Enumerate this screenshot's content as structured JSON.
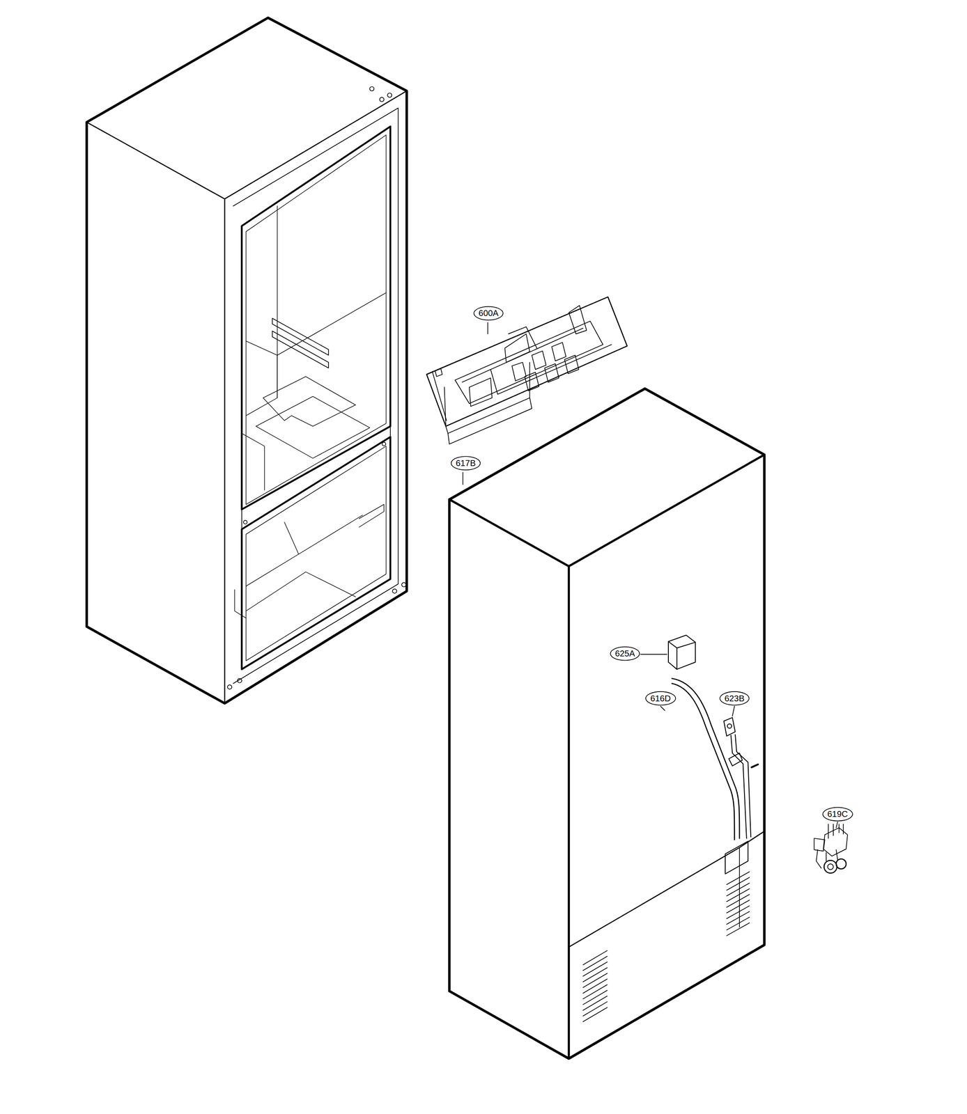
{
  "diagram": {
    "labels": [
      "600A",
      "617B",
      "625A",
      "616D",
      "623B",
      "619C"
    ]
  }
}
